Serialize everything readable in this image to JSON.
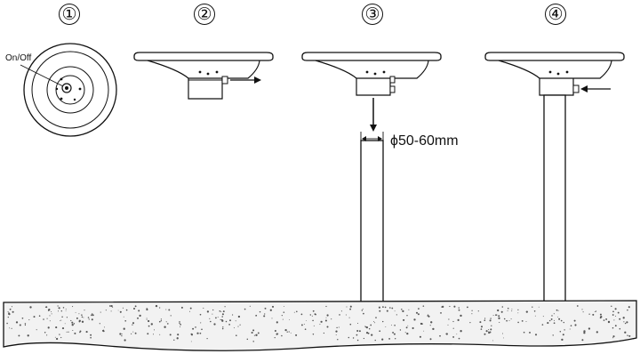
{
  "steps": [
    "①",
    "②",
    "③",
    "④"
  ],
  "labels": {
    "switch": "On/Off",
    "dimension": "ϕ50-60mm"
  },
  "colors": {
    "line": "#111111",
    "lamp_body": "#ffffff",
    "ground_fill": "#f2f2f2",
    "ground_speckle": "#555555"
  },
  "icons": [
    "arrow-right-icon",
    "arrow-left-icon",
    "arrow-down-icon",
    "dimension-arrows-icon"
  ]
}
